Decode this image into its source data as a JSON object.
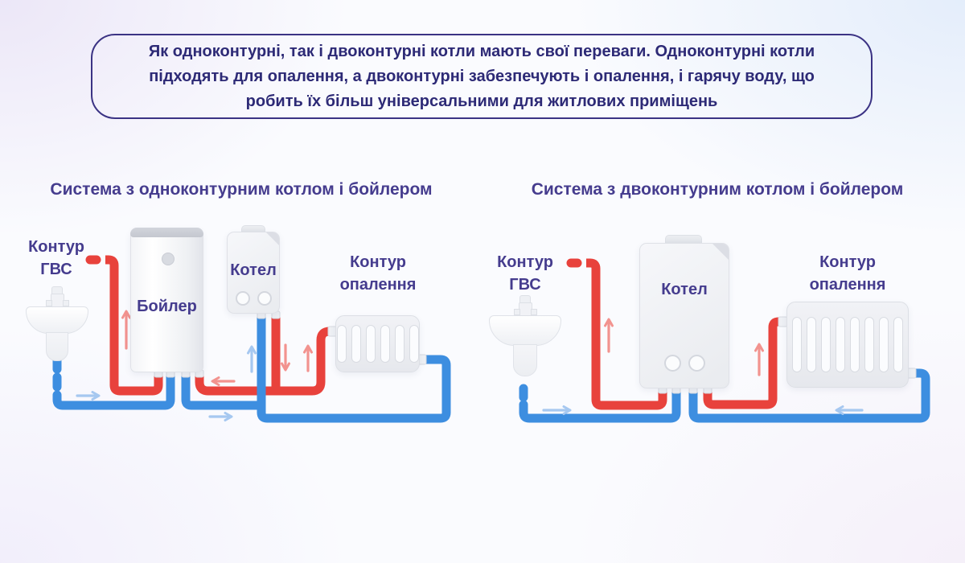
{
  "header": {
    "text": "Як одноконтурні, так і двоконтурні котли мають свої переваги. Одноконтурні котли підходять для опалення, а двоконтурні забезпечують і опалення, і гарячу воду, що робить їх більш універсальними для житлових приміщень"
  },
  "diagram_left": {
    "title": "Система з одноконтурним котлом і бойлером",
    "dhw_label_line1": "Контур",
    "dhw_label_line2": "ГВС",
    "tank_label": "Бойлер",
    "boiler_label": "Котел",
    "heating_label_line1": "Контур",
    "heating_label_line2": "опалення"
  },
  "diagram_right": {
    "title": "Система з двоконтурним котлом і бойлером",
    "dhw_label_line1": "Контур",
    "dhw_label_line2": "ГВС",
    "boiler_label": "Котел",
    "heating_label_line1": "Контур",
    "heating_label_line2": "опалення"
  },
  "colors": {
    "hot_pipe": "#e8423c",
    "cold_pipe": "#3d8ee0",
    "hot_arrow": "#f2938f",
    "cold_arrow": "#a6c8f0",
    "label_text": "#453c8e",
    "header_text": "#2d2a76",
    "header_border": "#3b3384"
  }
}
